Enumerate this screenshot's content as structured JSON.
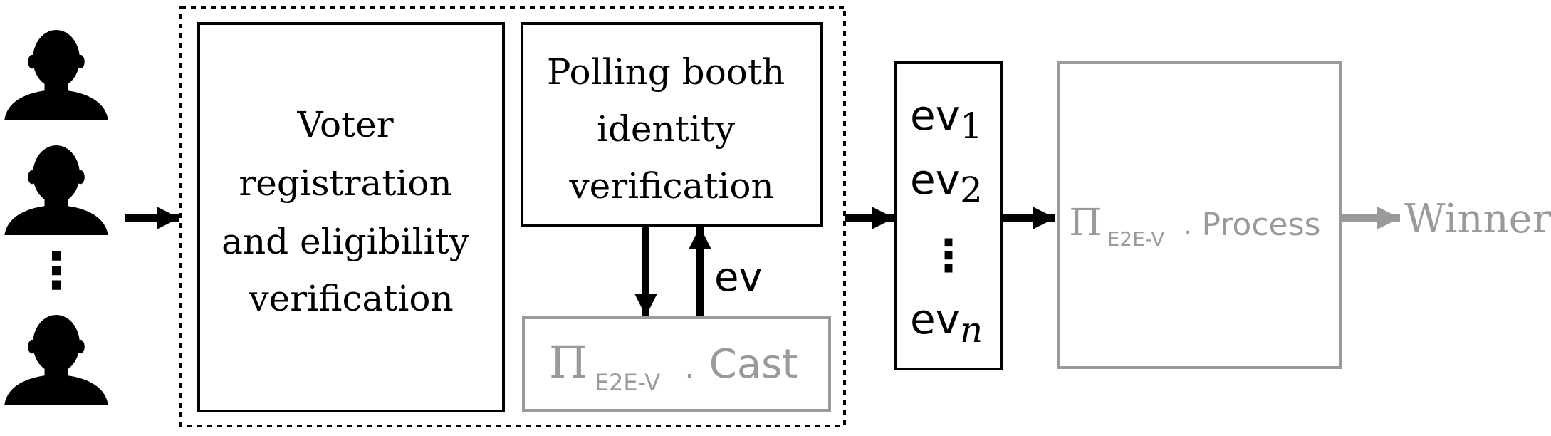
{
  "voters": {
    "ellipsis": "⋮"
  },
  "registration_box": {
    "lines": [
      "Voter",
      "registration",
      "and eligibility",
      "verification"
    ]
  },
  "booth_box": {
    "lines": [
      "Polling booth",
      "identity",
      "verification"
    ]
  },
  "cast_box": {
    "pi": "Π",
    "subscript": "E2E-V",
    "dot": ".",
    "label": "Cast"
  },
  "ev_arrow_label": "ev",
  "ballot_list": {
    "items": [
      {
        "base": "ev",
        "sub": "1"
      },
      {
        "base": "ev",
        "sub": "2"
      },
      {
        "base": "ev",
        "sub": "n"
      }
    ],
    "ellipsis": "⋮"
  },
  "process_box": {
    "pi": "Π",
    "subscript": "E2E-V",
    "dot": ".",
    "label": "Process"
  },
  "winner_label": "Winner",
  "colors": {
    "black": "#000000",
    "gray": "#9a9a9a"
  }
}
